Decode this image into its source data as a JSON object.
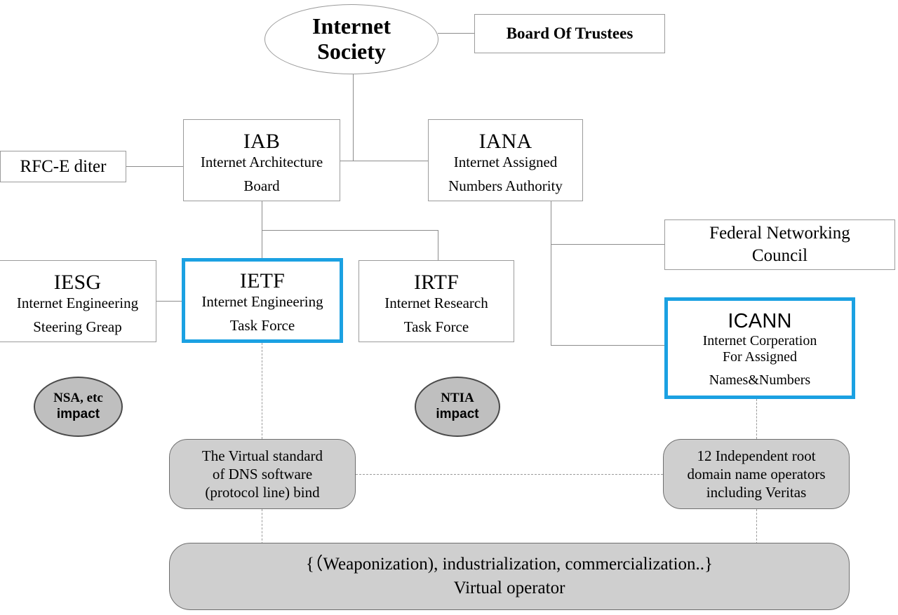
{
  "diagram": {
    "title": "Internet governance organizational chart",
    "accent_color": "#1BA1E2",
    "gray_fill": "#cfcfcf",
    "ellipse_gray_fill": "#bfbfbf",
    "line_color": "#8c8c8c"
  },
  "nodes": {
    "internet_society": {
      "line1": "Internet",
      "line2": "Society"
    },
    "board_of_trustees": {
      "label": "Board Of Trustees"
    },
    "rfc_editor": {
      "label": "RFC-E diter"
    },
    "iab": {
      "title": "IAB",
      "sub1": "Internet Architecture",
      "sub2": "Board"
    },
    "iana": {
      "title": "IANA",
      "sub1": "Internet Assigned",
      "sub2": "Numbers Authority"
    },
    "iesg": {
      "title": "IESG",
      "sub1": "Internet Engineering",
      "sub2": "Steering Greap"
    },
    "ietf": {
      "title": "IETF",
      "sub1": "Internet Engineering",
      "sub2": "Task Force"
    },
    "irtf": {
      "title": "IRTF",
      "sub1": "Internet Research",
      "sub2": "Task Force"
    },
    "federal_networking_council": {
      "line1": "Federal Networking",
      "line2": "Council"
    },
    "icann": {
      "title": "ICANN",
      "sub1": "Internet Corperation",
      "sub2": "For Assigned",
      "sub3": "Names&Numbers"
    },
    "nsa_impact": {
      "line1": "NSA, etc",
      "line2": "impact"
    },
    "ntia_impact": {
      "line1": "NTIA",
      "line2": "impact"
    },
    "dns_standard": {
      "line1": "The Virtual standard",
      "line2": "of DNS software",
      "line3": "(protocol line) bind"
    },
    "root_operators": {
      "line1": "12 Independent root",
      "line2": "domain name operators",
      "line3": "including Veritas"
    },
    "virtual_operator": {
      "line1": "{（Weaponization), industrialization, commercialization..}",
      "line2": "Virtual operator"
    }
  }
}
